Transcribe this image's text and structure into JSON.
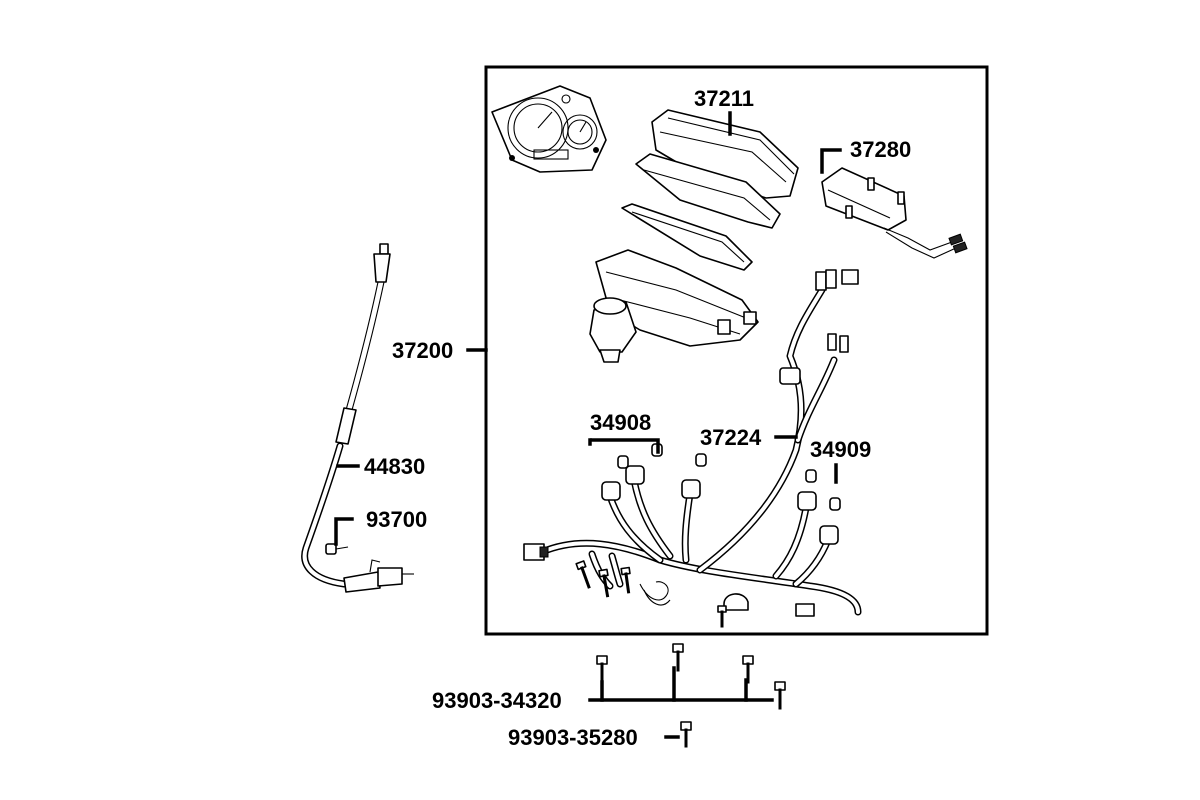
{
  "labels": {
    "p37211": "37211",
    "p37280": "37280",
    "p37200": "37200",
    "p34908": "34908",
    "p37224": "37224",
    "p34909": "34909",
    "p44830": "44830",
    "p93700": "93700",
    "p93903_34320": "93903-34320",
    "p93903_35280": "93903-35280"
  }
}
